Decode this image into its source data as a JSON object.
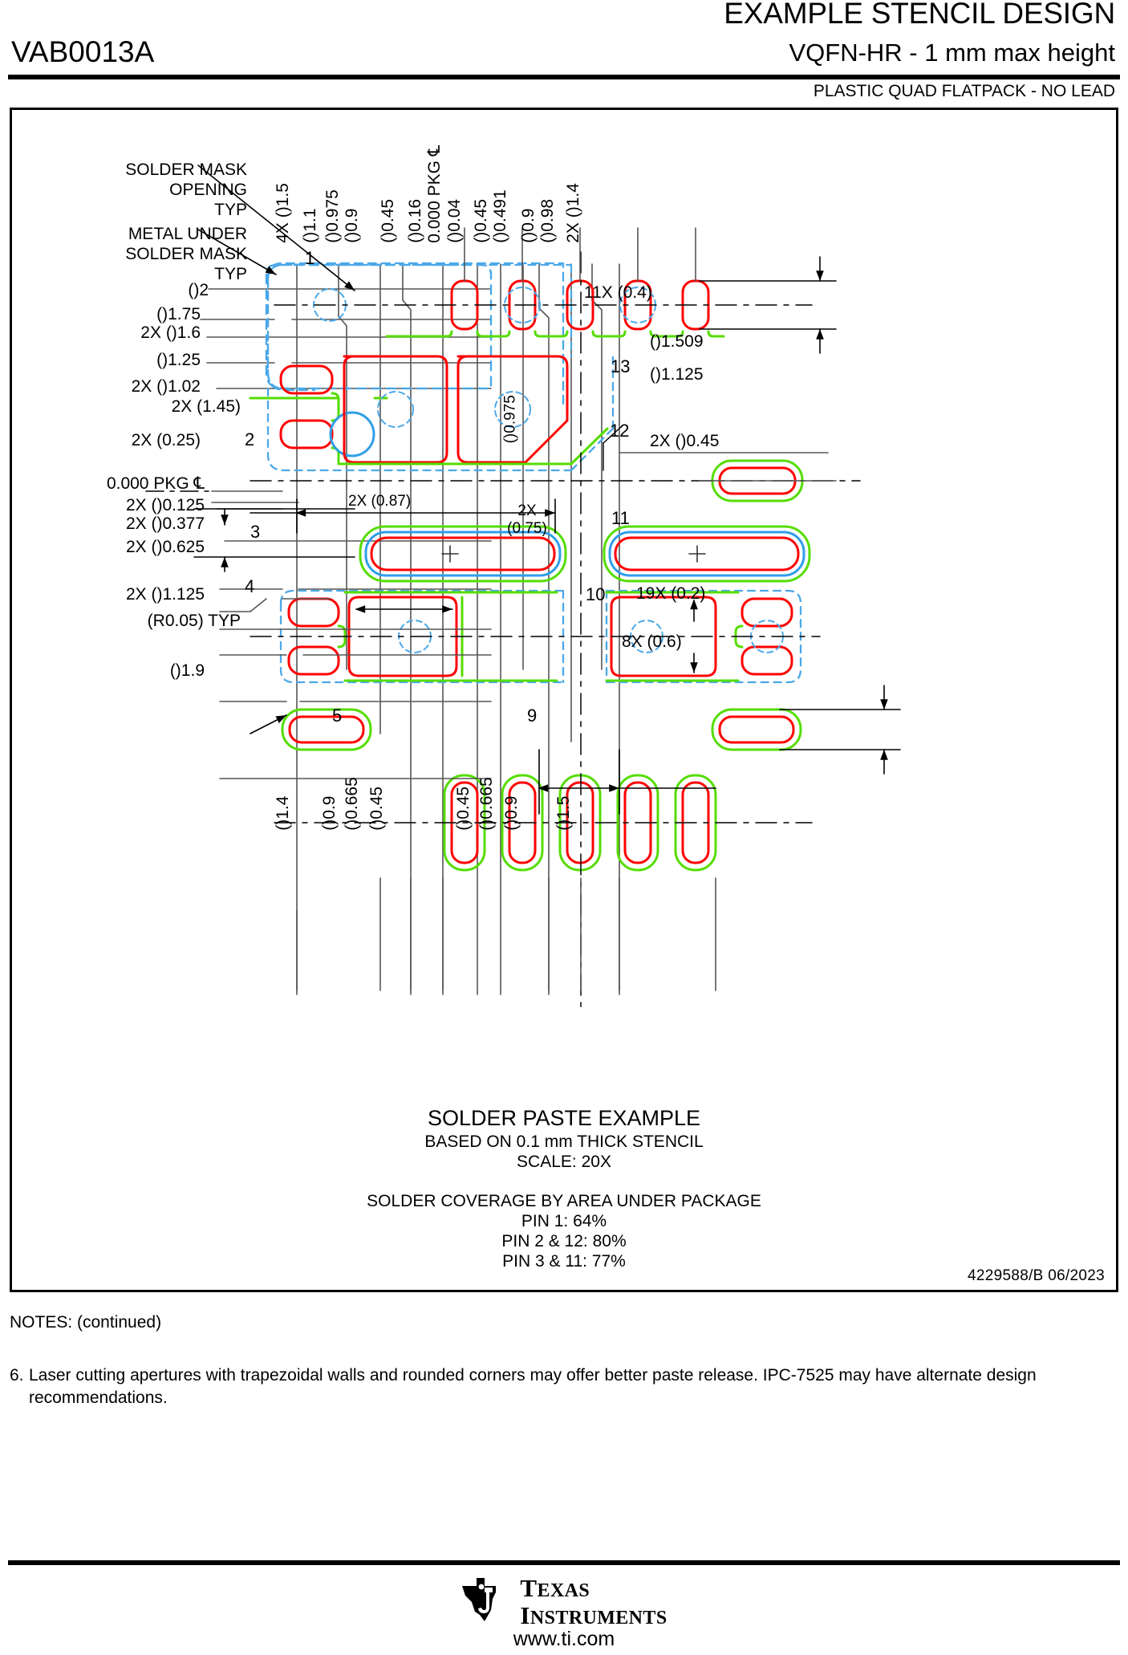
{
  "header": {
    "title": "EXAMPLE STENCIL DESIGN",
    "package_code": "VAB0013A",
    "subtitle": "VQFN-HR - 1 mm max height",
    "description": "PLASTIC QUAD FLATPACK - NO LEAD"
  },
  "drawing": {
    "frame_code": "4229588/B   06/2023",
    "annotations": {
      "solder_mask_opening": "SOLDER MASK\nOPENING\nTYP",
      "solder_mask_opening_l1": "SOLDER MASK",
      "solder_mask_opening_l2": "OPENING",
      "solder_mask_opening_l3": "TYP",
      "metal_under_mask_l1": "METAL UNDER",
      "metal_under_mask_l2": "SOLDER MASK",
      "metal_under_mask_l3": "TYP",
      "radius_typ": "(R0.05) TYP"
    },
    "top_labels": [
      "4X ()1.5",
      "()1.1",
      "()0.975",
      "()0.9",
      "()0.45",
      "()0.16",
      "0.000 PKG ℄",
      "()0.04",
      "()0.45",
      "()0.491",
      "()0.9",
      "()0.98",
      "2X ()1.4"
    ],
    "bottom_labels": [
      "()1.4",
      "()0.9",
      "()0.665",
      "()0.45",
      "()0.45",
      "()0.665",
      "()0.9",
      "()1.5"
    ],
    "left_labels": [
      "()2",
      "()1.75",
      "2X ()1.6",
      "()1.25",
      "2X ()1.02",
      "2X (1.45)",
      "2X (0.25)",
      "0.000 PKG ℄",
      "2X ()0.125",
      "2X ()0.377",
      "2X ()0.625",
      "2X ()1.125",
      "()1.9"
    ],
    "right_labels": [
      "11X (0.4)",
      "()1.509",
      "()1.125",
      "2X ()0.45",
      "19X (0.2)",
      "8X (0.6)"
    ],
    "inner_labels": [
      "2X (0.87)",
      "2X",
      "(0.75)",
      "()0.975"
    ],
    "pin_numbers": [
      "1",
      "2",
      "3",
      "4",
      "5",
      "9",
      "10",
      "11",
      "12",
      "13"
    ],
    "colors": {
      "paste": "#ff0000",
      "solder_mask": "#55dd00",
      "metal": "#2f9ee8",
      "metal_dashed": "#4aa8e8",
      "dimension": "#000000"
    }
  },
  "caption": {
    "line1": "SOLDER PASTE EXAMPLE",
    "line2": "BASED ON 0.1 mm THICK STENCIL",
    "line3": "SCALE: 20X",
    "line4": "SOLDER COVERAGE BY AREA UNDER PACKAGE",
    "line5": "PIN 1: 64%",
    "line6": "PIN 2 & 12: 80%",
    "line7": "PIN 3 & 11: 77%"
  },
  "notes": {
    "title": "NOTES: (continued)",
    "items": [
      {
        "number": "6.",
        "text": "Laser cutting apertures with trapezoidal walls and rounded corners may offer better paste release. IPC-7525 may have alternate design recommendations."
      }
    ]
  },
  "footer": {
    "brand_line1_cap": "T",
    "brand_line1_rest": "EXAS",
    "brand_line2_cap": "I",
    "brand_line2_rest": "NSTRUMENTS",
    "url": "www.ti.com"
  }
}
